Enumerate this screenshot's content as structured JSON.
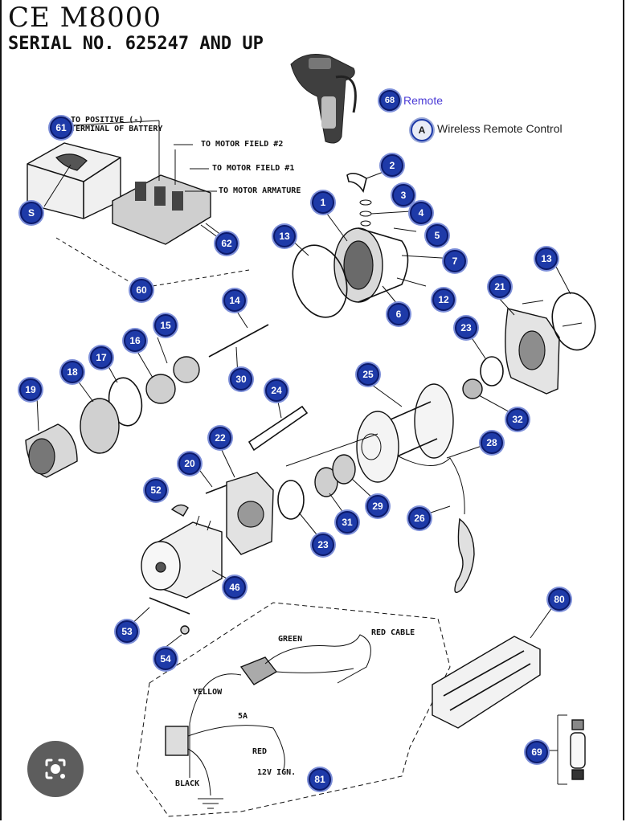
{
  "header": {
    "title": "CE M8000",
    "subtitle": "SERIAL NO. 625247 AND UP"
  },
  "legend": {
    "remote_number": "68",
    "remote_label": "Remote",
    "wireless_letter": "A",
    "wireless_label": "Wireless Remote Control"
  },
  "callouts": {
    "c1": "1",
    "c2": "2",
    "c3": "3",
    "c4": "4",
    "c5": "5",
    "c6": "6",
    "c7": "7",
    "c12": "12",
    "c13a": "13",
    "c13b": "13",
    "c14": "14",
    "c15": "15",
    "c16": "16",
    "c17": "17",
    "c18": "18",
    "c19": "19",
    "c20": "20",
    "c21": "21",
    "c22": "22",
    "c23a": "23",
    "c23b": "23",
    "c24": "24",
    "c25": "25",
    "c26": "26",
    "c28": "28",
    "c29": "29",
    "c30": "30",
    "c31": "31",
    "c32": "32",
    "c46": "46",
    "c52": "52",
    "c53": "53",
    "c54": "54",
    "c60": "60",
    "c61": "61",
    "c62": "62",
    "c69": "69",
    "c80": "80",
    "c81": "81",
    "cS": "S"
  },
  "labels": {
    "to_positive_1": "TO POSITIVE (-)",
    "to_positive_2": "TERMINAL OF BATTERY",
    "motor_field_2": "TO MOTOR FIELD #2",
    "motor_field_1": "TO MOTOR FIELD #1",
    "motor_armature": "TO MOTOR ARMATURE",
    "green": "GREEN",
    "red_cable": "RED CABLE",
    "yellow": "YELLOW",
    "fuse": "5A",
    "red": "RED",
    "ignition": "12V IGN.",
    "black": "BLACK"
  },
  "icons": {
    "lens": "google-lens-icon"
  }
}
